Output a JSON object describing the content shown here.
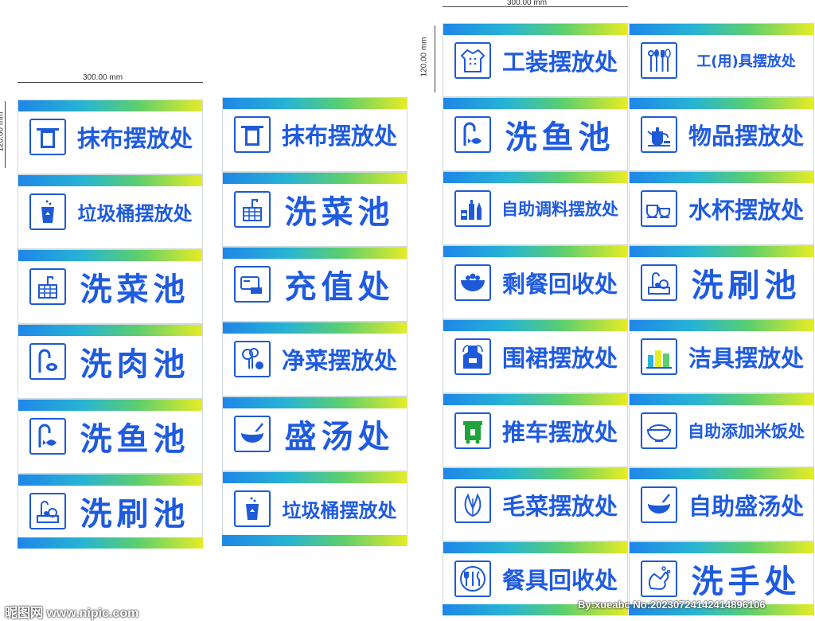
{
  "dimensions": {
    "width_label": "300.00 mm",
    "height_label": "120.00 mm"
  },
  "colors": {
    "text": "#1f5be0",
    "icon": "#1e5ad8",
    "gradient": [
      "#1f86e8",
      "#27b4d4",
      "#5ccf6e",
      "#e6ec25"
    ]
  },
  "columns": [
    {
      "signs": [
        {
          "icon": "towel-icon",
          "label": "抹布摆放处"
        },
        {
          "icon": "trash-bin-icon",
          "label": "垃圾桶摆放处"
        },
        {
          "icon": "vegetable-sink-icon",
          "label": "洗菜池"
        },
        {
          "icon": "meat-sink-icon",
          "label": "洗肉池"
        },
        {
          "icon": "fish-sink-icon",
          "label": "洗鱼池"
        },
        {
          "icon": "dish-sink-icon",
          "label": "洗刷池"
        }
      ]
    },
    {
      "signs": [
        {
          "icon": "towel-icon",
          "label": "抹布摆放处"
        },
        {
          "icon": "vegetable-sink-icon",
          "label": "洗菜池"
        },
        {
          "icon": "card-icon",
          "label": "充值处"
        },
        {
          "icon": "clean-vegetable-icon",
          "label": "净菜摆放处"
        },
        {
          "icon": "soup-bowl-icon",
          "label": "盛汤处"
        },
        {
          "icon": "trash-bin-icon",
          "label": "垃圾桶摆放处"
        }
      ]
    },
    {
      "signs": [
        {
          "icon": "uniform-icon",
          "label": "工装摆放处"
        },
        {
          "icon": "fish-sink-icon",
          "label": "洗鱼池"
        },
        {
          "icon": "condiment-icon",
          "label": "自助调料摆放处"
        },
        {
          "icon": "leftover-bowl-icon",
          "label": "剩餐回收处"
        },
        {
          "icon": "apron-icon",
          "label": "围裙摆放处"
        },
        {
          "icon": "cart-bin-icon",
          "label": "推车摆放处"
        },
        {
          "icon": "lettuce-icon",
          "label": "毛菜摆放处"
        },
        {
          "icon": "cutlery-icon",
          "label": "餐具回收处"
        }
      ]
    },
    {
      "signs": [
        {
          "icon": "utensils-icon",
          "label": "工(用)具摆放处"
        },
        {
          "icon": "teapot-icon",
          "label": "物品摆放处"
        },
        {
          "icon": "cup-icon",
          "label": "水杯摆放处"
        },
        {
          "icon": "dish-sink-icon",
          "label": "洗刷池"
        },
        {
          "icon": "cleaning-bottles-icon",
          "label": "洁具摆放处"
        },
        {
          "icon": "rice-bowl-icon",
          "label": "自助添加米饭处"
        },
        {
          "icon": "soup-bowl-icon",
          "label": "自助盛汤处"
        },
        {
          "icon": "hand-wash-icon",
          "label": "洗手处"
        }
      ]
    }
  ],
  "watermarks": {
    "left": "昵图网 www.nipic.com",
    "right": "By:xueabc No:20230724142414896106"
  }
}
